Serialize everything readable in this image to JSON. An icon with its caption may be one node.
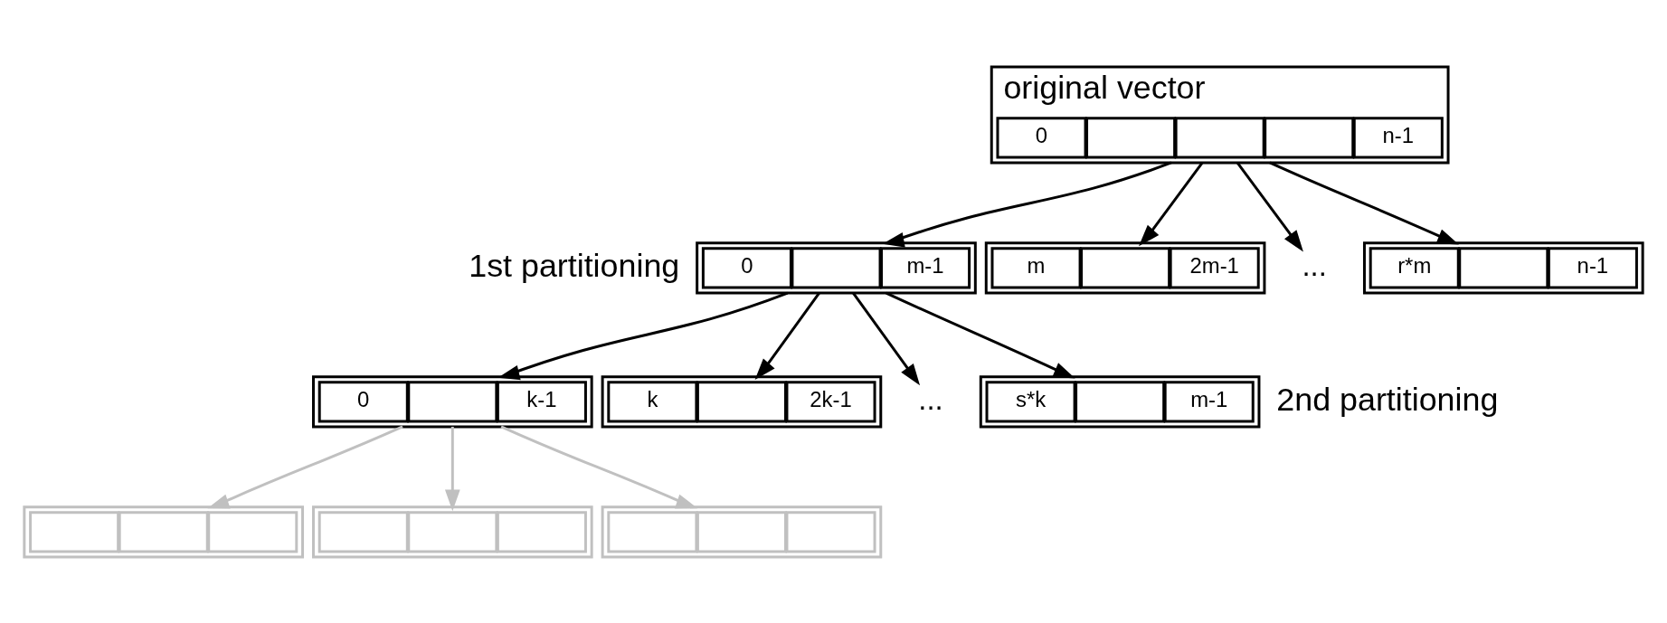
{
  "diagram": {
    "nodes": [
      {
        "text": [
          "original vector"
        ]
      },
      {
        "text": [
          "0"
        ],
        "in": 0
      },
      {
        "text": [],
        "shape": "box",
        "in": 0
      },
      {
        "text": [],
        "shape": "box",
        "in": 0
      },
      {
        "text": [],
        "shape": "box",
        "in": 0
      },
      {
        "text": [
          "n-1"
        ],
        "in": 0
      },
      {
        "text": [],
        "shape": "box"
      },
      {
        "text": [
          "0"
        ],
        "in": 6
      },
      {
        "text": [],
        "shape": "box",
        "in": 6
      },
      {
        "text": [
          "m-1"
        ],
        "in": 6
      },
      {
        "text": [],
        "shape": "box"
      },
      {
        "text": [
          "m"
        ],
        "in": 10
      },
      {
        "text": [],
        "shape": "box",
        "in": 10
      },
      {
        "text": [
          "2m-1"
        ],
        "in": 10
      },
      {
        "text": [
          "..."
        ]
      },
      {
        "text": [],
        "shape": "box"
      },
      {
        "text": [
          "r*m"
        ],
        "in": 15
      },
      {
        "text": [],
        "shape": "box",
        "in": 15
      },
      {
        "text": [
          "n-1"
        ],
        "in": 15
      },
      {
        "text": [],
        "shape": "box"
      },
      {
        "text": [
          "0"
        ],
        "in": 19
      },
      {
        "text": [],
        "shape": "box",
        "in": 19
      },
      {
        "text": [
          "k-1"
        ],
        "in": 19
      },
      {
        "text": [],
        "shape": "box"
      },
      {
        "text": [
          "k"
        ],
        "in": 23
      },
      {
        "text": [],
        "shape": "box",
        "in": 23
      },
      {
        "text": [
          "2k-1"
        ],
        "in": 23
      },
      {
        "text": [
          "..."
        ]
      },
      {
        "text": [],
        "shape": "box"
      },
      {
        "text": [
          "s*k"
        ],
        "in": 28
      },
      {
        "text": [],
        "shape": "box",
        "in": 28
      },
      {
        "text": [
          "m-1"
        ],
        "in": 28
      },
      {
        "text": [],
        "shape": "box"
      },
      {
        "text": [],
        "shape": "box",
        "in": 32
      },
      {
        "text": [],
        "shape": "box",
        "in": 32
      },
      {
        "text": [],
        "shape": "box",
        "in": 32
      },
      {
        "text": [],
        "shape": "box"
      },
      {
        "text": [],
        "shape": "box",
        "in": 36
      },
      {
        "text": [],
        "shape": "box",
        "in": 36
      },
      {
        "text": [],
        "shape": "box",
        "in": 36
      },
      {
        "text": [],
        "shape": "box"
      },
      {
        "text": [],
        "shape": "box",
        "in": 40
      },
      {
        "text": [],
        "shape": "box",
        "in": 40
      },
      {
        "text": [],
        "shape": "box",
        "in": 40
      }
    ],
    "edges": [
      {
        "from": 0,
        "to": 6,
        "arrow": "to"
      },
      {
        "from": 0,
        "to": 10,
        "arrow": "to"
      },
      {
        "from": 0,
        "to": 14,
        "arrow": "to"
      },
      {
        "from": 0,
        "to": 15,
        "arrow": "to"
      },
      {
        "from": 6,
        "to": 19,
        "arrow": "to"
      },
      {
        "from": 6,
        "to": 23,
        "arrow": "to"
      },
      {
        "from": 6,
        "to": 27,
        "arrow": "to"
      },
      {
        "from": 6,
        "to": 28,
        "arrow": "to"
      },
      {
        "from": 19,
        "to": 32,
        "arrow": "to",
        "color": "#c0c0c0"
      },
      {
        "from": 19,
        "to": 36,
        "arrow": "to",
        "color": "#c0c0c0"
      },
      {
        "from": 19,
        "to": 40,
        "arrow": "to",
        "color": "#c0c0c0"
      }
    ],
    "labels": [
      "1st partitioning",
      "2nd partitioning"
    ]
  }
}
